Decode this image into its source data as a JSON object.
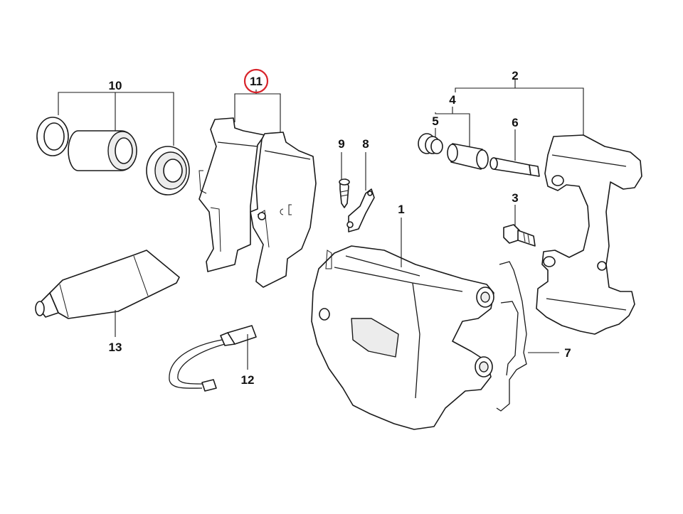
{
  "callouts": {
    "c1": "1",
    "c2": "2",
    "c3": "3",
    "c4": "4",
    "c5": "5",
    "c6": "6",
    "c7": "7",
    "c8": "8",
    "c9": "9",
    "c10": "10",
    "c11": "11",
    "c12": "12",
    "c13": "13"
  },
  "highlighted_callout": "11",
  "colors": {
    "highlight_ring": "#d8232a",
    "line": "#1a1a1a",
    "background": "#ffffff"
  }
}
